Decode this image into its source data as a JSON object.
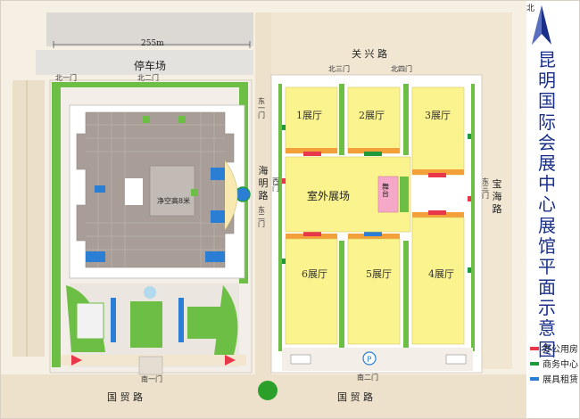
{
  "title": "昆明国际会展中心展馆平面示意图",
  "compass": {
    "label": "北"
  },
  "dimension": "255m",
  "parking": "停车场",
  "roads": {
    "guan_xing": "关 兴 路",
    "guo_mao_left": "国 贸 路",
    "guo_mao_right": "国 贸 路",
    "hai_ming": "海 明 路",
    "bao_hai": "宝 海 路"
  },
  "gates": {
    "north_1": "北一门",
    "north_2": "北二门",
    "north_3": "北三门",
    "north_4": "北四门",
    "east_1": "东一门",
    "east_2": "东二门",
    "east_3": "东三门",
    "west_1": "西门",
    "south_1": "南一门",
    "south_2": "南二门"
  },
  "halls": {
    "h1": "1展厅",
    "h2": "2展厅",
    "h3": "3展厅",
    "h4": "4展厅",
    "h5": "5展厅",
    "h6": "6展厅",
    "outdoor": "室外展场",
    "netsky": "净空高8米",
    "stage": "舞台"
  },
  "legend": [
    {
      "label": "办公用房",
      "color": "#e8374b"
    },
    {
      "label": "商务中心",
      "color": "#1f9a3a"
    },
    {
      "label": "展具租赁",
      "color": "#2a7fd4"
    }
  ],
  "colors": {
    "hall_fill": "#fbf48e",
    "pink": "#f5a8c8",
    "green": "#6dbe45",
    "complex": "#a89e97",
    "road": "#e8dcc8"
  }
}
